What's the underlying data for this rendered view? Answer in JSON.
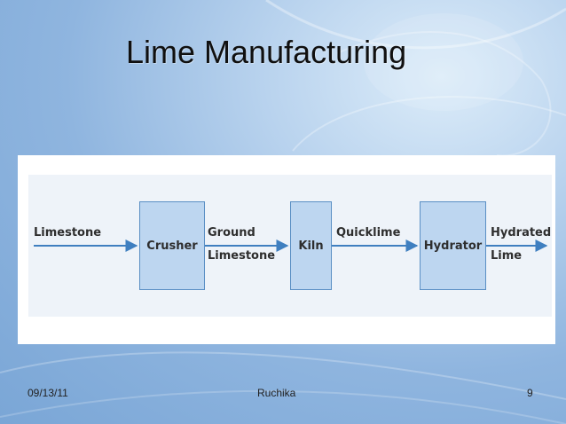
{
  "slide": {
    "title": "Lime Manufacturing",
    "footer": {
      "date": "09/13/11",
      "author": "Ruchika",
      "page_number": "9"
    }
  },
  "diagram": {
    "nodes": [
      {
        "id": "crusher",
        "label": "Crusher"
      },
      {
        "id": "kiln",
        "label": "Kiln"
      },
      {
        "id": "hydrator",
        "label": "Hydrator"
      }
    ],
    "flows": [
      {
        "from": "input",
        "to": "crusher",
        "label_line1": "Limestone",
        "label_line2": ""
      },
      {
        "from": "crusher",
        "to": "kiln",
        "label_line1": "Ground",
        "label_line2": "Limestone"
      },
      {
        "from": "kiln",
        "to": "hydrator",
        "label_line1": "Quicklime",
        "label_line2": ""
      },
      {
        "from": "hydrator",
        "to": "output",
        "label_line1": "Hydrated",
        "label_line2": "Lime"
      }
    ],
    "colors": {
      "box_fill": "#bdd6f0",
      "box_border": "#5a8fc4",
      "arrow": "#3f7fc0"
    }
  }
}
